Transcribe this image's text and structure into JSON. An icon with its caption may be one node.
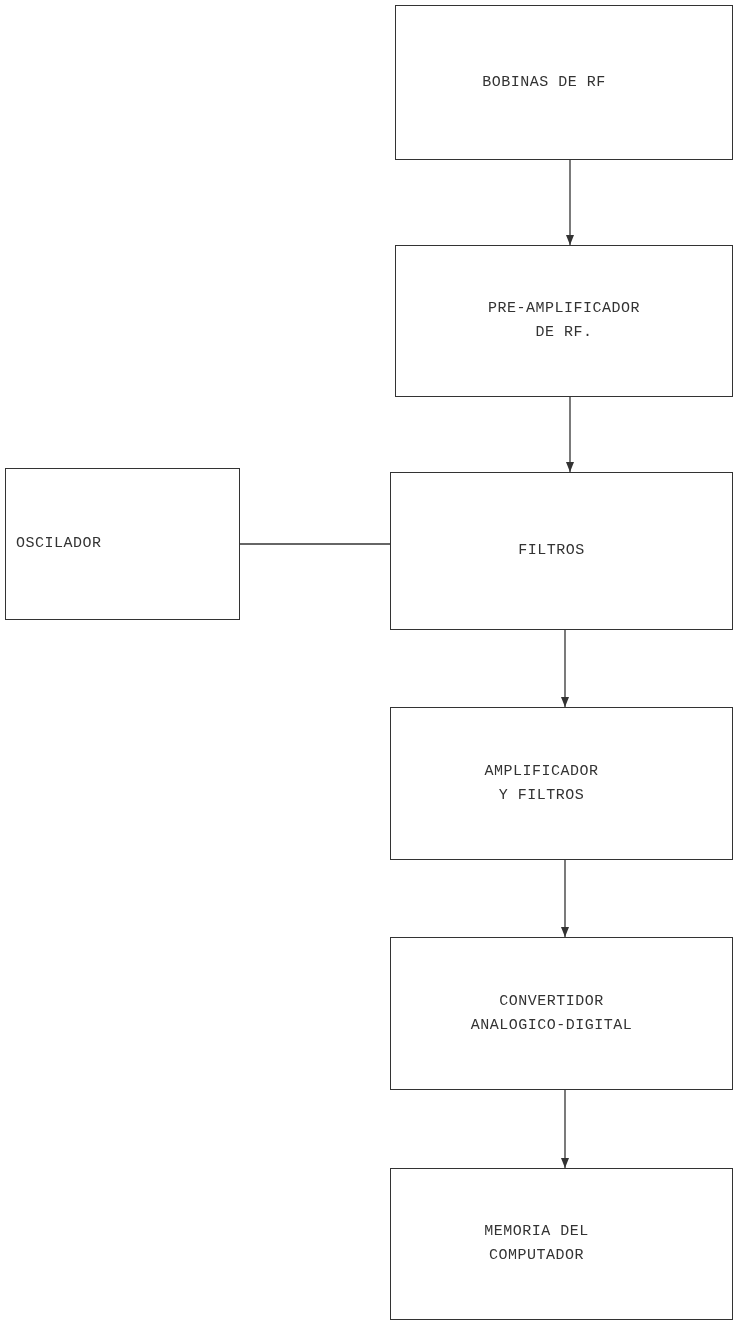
{
  "diagram": {
    "nodes": [
      {
        "text": [
          "BOBINAS DE RF"
        ]
      },
      {
        "text": [
          "PRE-AMPLIFICADOR DE RF."
        ]
      },
      {
        "text": [
          "OSCILADOR"
        ]
      },
      {
        "text": [
          "FILTROS"
        ]
      },
      {
        "text": [
          "AMPLIFICADOR Y FILTROS"
        ]
      },
      {
        "text": [
          "CONVERTIDOR ANALOGICO-DIGITAL"
        ]
      },
      {
        "text": [
          "MEMORIA DEL COMPUTADOR"
        ]
      }
    ],
    "edges": [
      {
        "from": 0,
        "to": 1,
        "arrow": "to"
      },
      {
        "from": 1,
        "to": 3,
        "arrow": "to"
      },
      {
        "from": 2,
        "to": 3,
        "arrow": "none"
      },
      {
        "from": 3,
        "to": 4,
        "arrow": "to"
      },
      {
        "from": 4,
        "to": 5,
        "arrow": "to"
      },
      {
        "from": 5,
        "to": 6,
        "arrow": "to"
      }
    ]
  }
}
